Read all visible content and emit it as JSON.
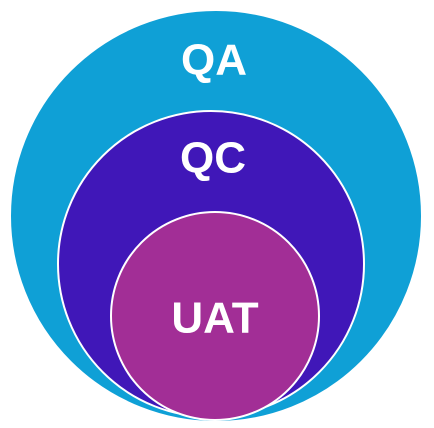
{
  "diagram": {
    "type": "nested-circles",
    "circles": [
      {
        "label": "QA",
        "color": "#0fa0d6"
      },
      {
        "label": "QC",
        "color": "#4017b8"
      },
      {
        "label": "UAT",
        "color": "#a22e96"
      }
    ],
    "stroke_color": "#ffffff"
  }
}
